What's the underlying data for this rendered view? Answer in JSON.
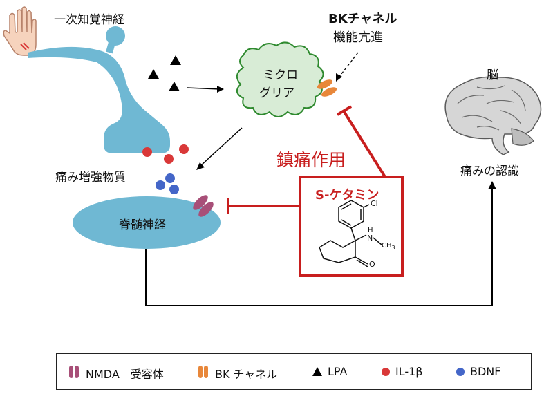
{
  "labels": {
    "primary_sensory_nerve": "一次知覚神経",
    "bk_channel_line1": "BKチャネル",
    "bk_channel_line2": "機能亢進",
    "brain": "脳",
    "microglia_line1": "ミクロ",
    "microglia_line2": "グリア",
    "pain_enhancers": "痛み増強物質",
    "analgesic_action": "鎮痛作用",
    "spinal_nerve": "脊髄神経",
    "pain_recognition": "痛みの認識",
    "drug_name": "S-ケタミン",
    "chem_cl": "Cl",
    "chem_nh": "H",
    "chem_n": "N",
    "chem_ch3": "CH",
    "chem_ch3_sub": "3",
    "chem_o": "O"
  },
  "legend": [
    {
      "icon": "nmda-receptor-icon",
      "label": "NMDA　受容体",
      "color": "#a84f78"
    },
    {
      "icon": "bk-channel-icon",
      "label": "BK チャネル",
      "color": "#e8873a"
    },
    {
      "icon": "lpa-triangle-icon",
      "label": "LPA",
      "color": "#000000"
    },
    {
      "icon": "il1b-dot-icon",
      "label": "IL-1β",
      "color": "#d93838"
    },
    {
      "icon": "bdnf-dot-icon",
      "label": "BDNF",
      "color": "#4466c8"
    }
  ],
  "colors": {
    "neuron": "#6fb8d3",
    "microglia_fill": "#d8ecd6",
    "microglia_stroke": "#2f8a2f",
    "inhibition": "#c81e1e",
    "nmda": "#a84f78",
    "bk": "#e8873a",
    "il1b": "#d93838",
    "bdnf": "#4466c8"
  }
}
